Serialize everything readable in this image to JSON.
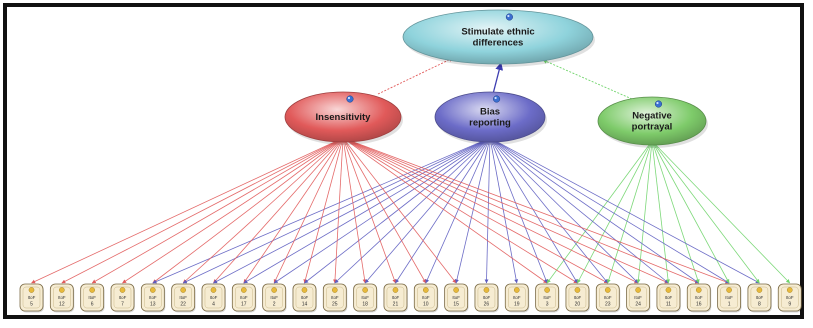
{
  "latent_factors": [
    {
      "id": "insensitivity",
      "label_lines": [
        "Insensitivity"
      ],
      "color": "#e15a5a",
      "edge_color": "#e15a5a"
    },
    {
      "id": "bias",
      "label_lines": [
        "Bias",
        "reporting"
      ],
      "color": "#6c6cc8",
      "edge_color": "#5c5cc0"
    },
    {
      "id": "negative",
      "label_lines": [
        "Negative",
        "portrayal"
      ],
      "color": "#7ecb6a",
      "edge_color": "#6fd46a"
    }
  ],
  "outcome": {
    "id": "stimulate",
    "label_lines": [
      "Stimulate ethnic",
      "differences"
    ],
    "color": "#8fd3dc"
  },
  "indicator_prefix": "ItoF",
  "indicators": [
    {
      "num": "5",
      "factors": [
        "insensitivity"
      ]
    },
    {
      "num": "12",
      "factors": [
        "insensitivity"
      ]
    },
    {
      "num": "6",
      "factors": [
        "insensitivity"
      ]
    },
    {
      "num": "7",
      "factors": [
        "insensitivity"
      ]
    },
    {
      "num": "13",
      "factors": [
        "insensitivity",
        "bias"
      ]
    },
    {
      "num": "22",
      "factors": [
        "insensitivity",
        "bias"
      ]
    },
    {
      "num": "4",
      "factors": [
        "insensitivity",
        "bias"
      ]
    },
    {
      "num": "17",
      "factors": [
        "insensitivity",
        "bias"
      ]
    },
    {
      "num": "2",
      "factors": [
        "insensitivity",
        "bias"
      ]
    },
    {
      "num": "14",
      "factors": [
        "insensitivity",
        "bias"
      ]
    },
    {
      "num": "25",
      "factors": [
        "insensitivity",
        "bias"
      ]
    },
    {
      "num": "18",
      "factors": [
        "insensitivity",
        "bias"
      ]
    },
    {
      "num": "21",
      "factors": [
        "insensitivity",
        "bias"
      ]
    },
    {
      "num": "10",
      "factors": [
        "insensitivity",
        "bias"
      ]
    },
    {
      "num": "15",
      "factors": [
        "insensitivity",
        "bias"
      ]
    },
    {
      "num": "26",
      "factors": [
        "bias"
      ]
    },
    {
      "num": "19",
      "factors": [
        "bias"
      ]
    },
    {
      "num": "3",
      "factors": [
        "insensitivity",
        "bias",
        "negative"
      ]
    },
    {
      "num": "20",
      "factors": [
        "insensitivity",
        "bias",
        "negative"
      ]
    },
    {
      "num": "23",
      "factors": [
        "insensitivity",
        "bias",
        "negative"
      ]
    },
    {
      "num": "24",
      "factors": [
        "insensitivity",
        "bias",
        "negative"
      ]
    },
    {
      "num": "11",
      "factors": [
        "insensitivity",
        "bias",
        "negative"
      ]
    },
    {
      "num": "16",
      "factors": [
        "insensitivity",
        "bias",
        "negative"
      ]
    },
    {
      "num": "1",
      "factors": [
        "insensitivity",
        "bias",
        "negative"
      ]
    },
    {
      "num": "8",
      "factors": [
        "bias",
        "negative"
      ]
    },
    {
      "num": "9",
      "factors": [
        "negative"
      ]
    }
  ],
  "colors": {
    "indicator_fill": "#f6ecd2",
    "indicator_stroke": "#7a6a45",
    "indicator_badge": "#e7b93c",
    "frame": "#111111"
  },
  "icon": "sphere-icon"
}
